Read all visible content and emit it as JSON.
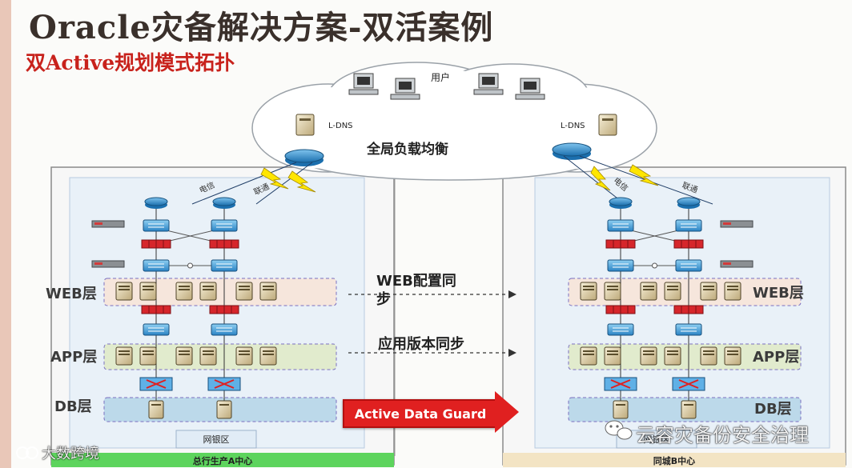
{
  "header": {
    "title": "Oracle灾备解决方案-双活案例",
    "subtitle": "双Active规划模式拓扑"
  },
  "diagram": {
    "users_label": "用户",
    "ldns_left": "L-DNS",
    "ldns_right": "L-DNS",
    "gslb_label": "全局负载均衡",
    "isp_left_a": "电信",
    "isp_left_b": "联通",
    "isp_right_a": "电信",
    "isp_right_b": "联通",
    "tiers_left": {
      "web": "WEB层",
      "app": "APP层",
      "db": "DB层"
    },
    "tiers_right": {
      "web": "WEB层",
      "app": "APP层",
      "db": "DB层"
    },
    "sync_web_line1": "WEB配置同",
    "sync_web_line2": "步",
    "sync_app": "应用版本同步",
    "adg_label": "Active Data Guard",
    "zone_left": "网银区",
    "zone_right": "网银区",
    "site_a": "总行生产A中心",
    "site_b": "同城B中心"
  },
  "watermarks": {
    "left": "大数跨境",
    "right": "云容灾备份安全治理"
  },
  "colors": {
    "title": "#3a302b",
    "subtitle": "#c8221c",
    "adg_arrow": "#e02020",
    "site_a_bar": "#5dd45d",
    "site_b_bar": "#f3e4c4"
  }
}
